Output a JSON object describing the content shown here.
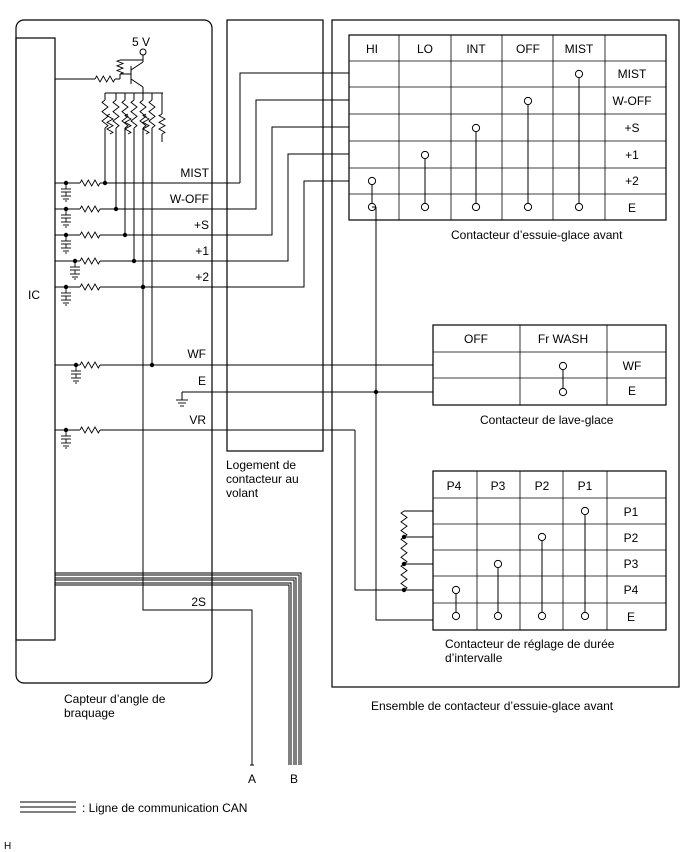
{
  "supply": {
    "voltage": "5 V"
  },
  "ic_label": "IC",
  "sensor_signals": [
    "MIST",
    "W-OFF",
    "+S",
    "+1",
    "+2",
    "WF",
    "E",
    "VR",
    "2S"
  ],
  "front_wiper_switch": {
    "columns": [
      "HI",
      "LO",
      "INT",
      "OFF",
      "MIST"
    ],
    "rows": [
      "MIST",
      "W-OFF",
      "+S",
      "+1",
      "+2",
      "E"
    ],
    "caption": "Contacteur d’essuie-glace avant"
  },
  "washer_switch": {
    "columns": [
      "OFF",
      "Fr WASH"
    ],
    "rows": [
      "WF",
      "E"
    ],
    "caption": "Contacteur de lave-glace"
  },
  "interval_switch": {
    "columns": [
      "P4",
      "P3",
      "P2",
      "P1"
    ],
    "rows": [
      "P1",
      "P2",
      "P3",
      "P4",
      "E"
    ],
    "caption_line1": "Contacteur de réglage de durée",
    "caption_line2": "d’intervalle"
  },
  "housing": {
    "line1": "Logement de",
    "line2": "contacteur au",
    "line3": "volant"
  },
  "sensor_caption": {
    "line1": "Capteur d’angle de",
    "line2": "braquage"
  },
  "assembly_caption": "Ensemble de contacteur d’essuie-glace avant",
  "terminals": {
    "a": "A",
    "b": "B"
  },
  "legend": {
    "text": ": Ligne de communication CAN"
  },
  "corner_mark": "H"
}
